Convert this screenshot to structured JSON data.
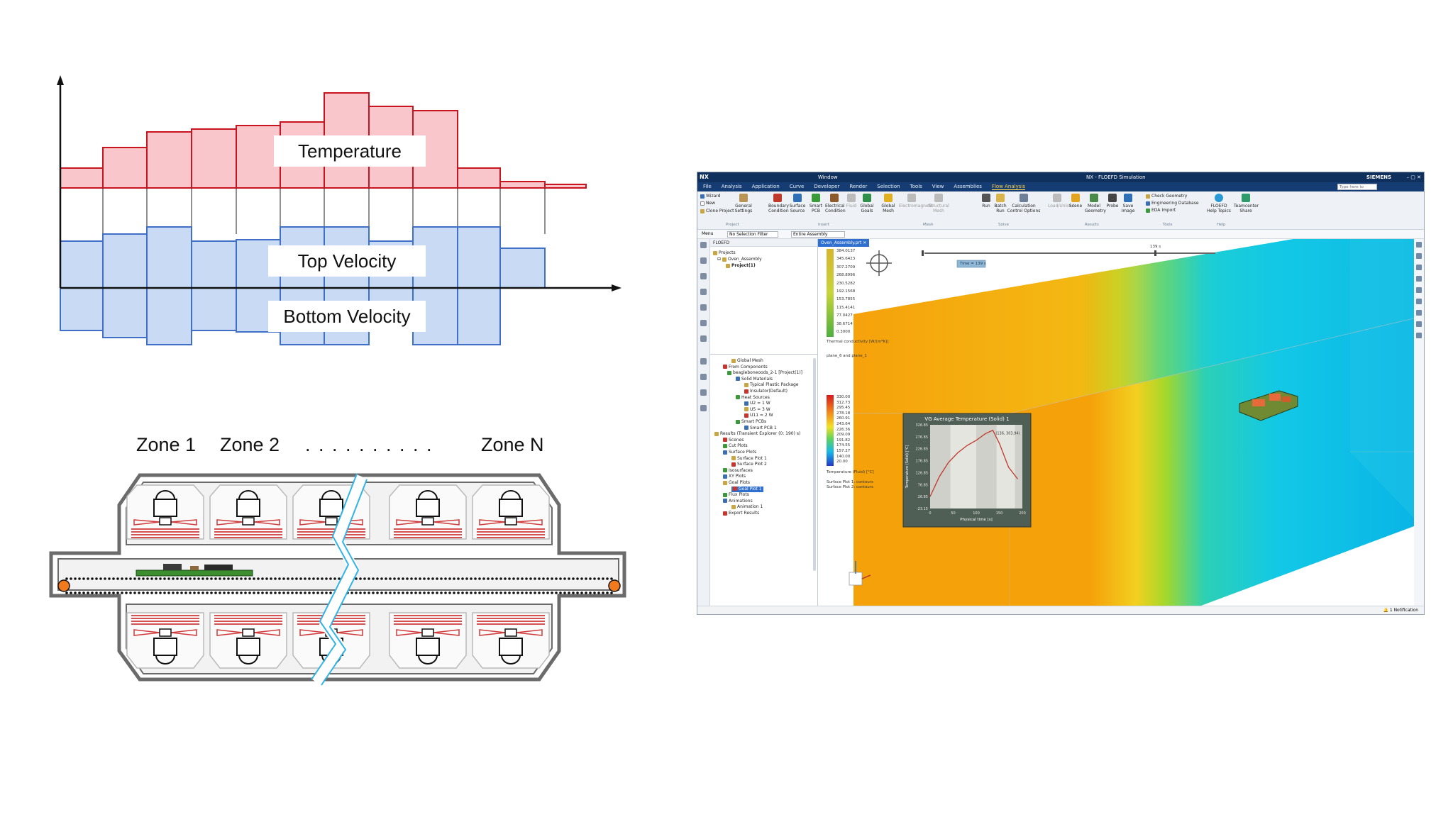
{
  "diagram": {
    "profile_labels": {
      "temperature": "Temperature",
      "top_velocity": "Top Velocity",
      "bottom_velocity": "Bottom Velocity"
    },
    "zones": {
      "zone1": "Zone 1",
      "zone2": "Zone 2",
      "ellipsis": ". . . . . . . . . .",
      "zoneN": "Zone N"
    },
    "colors": {
      "temperature_stroke": "#c8141e",
      "temperature_fill": "#f9c6cc",
      "velocity_stroke": "#3f6fc6",
      "velocity_fill": "#c9daf5",
      "axis": "#111111",
      "heater": "#d03a3a",
      "break_line": "#33b4e6"
    }
  },
  "nx": {
    "title_left": "NX",
    "title_center": "NX - FLOEFD Simulation",
    "title_brand": "SIEMENS",
    "window_menu": "Window",
    "menu": [
      "File",
      "Analysis",
      "Application",
      "Curve",
      "Developer",
      "Render",
      "Selection",
      "Tools",
      "View",
      "Assemblies",
      "Flow Analysis"
    ],
    "search_placeholder": "Type here to Search",
    "ribbon": {
      "wizard": "Wizard",
      "new": "New",
      "clone_project": "Clone Project",
      "general_settings": "General Settings",
      "boundary_condition": "Boundary Condition",
      "surface_source": "Surface Source",
      "smart_pcb": "Smart PCB",
      "electrical_condition": "Electrical Condition",
      "fluid": "Fluid",
      "global_goals": "Global Goals",
      "global_mesh": "Global Mesh",
      "electromagnetic": "Electromagnetic",
      "structural": "Structural Mesh",
      "run": "Run",
      "batch_run": "Batch Run",
      "calculation": "Calculation Control Options",
      "load_unload": "Load/Unload",
      "scene": "Scene",
      "model_geometry": "Model Geometry",
      "probe": "Probe",
      "save_image": "Save Image",
      "check_geometry": "Check Geometry",
      "engineering_database": "Engineering Database",
      "eda_import": "EDA Import",
      "floefd_help": "FLOEFD Help Topics",
      "teamcenter": "Teamcenter Share",
      "groups": [
        "Project",
        "Insert",
        "Mesh",
        "Solve",
        "Results",
        "Tools",
        "Help"
      ]
    },
    "selection": {
      "menu": "Menu",
      "filter": "No Selection Filter",
      "scope": "Entire Assembly"
    },
    "nav_title": "FLOEFD",
    "tree_top": [
      "Projects",
      "Oven_Assembly",
      "Project(1)"
    ],
    "tree_bottom": [
      "Global Mesh",
      "From Components",
      "beagleboneoods_2-1 [Project(1)]",
      "Solid Materials",
      "Typical Plastic Package",
      "Insulator(Default)",
      "Heat Sources",
      "U2 = 1 W",
      "U5 = 3 W",
      "U11 = 2 W",
      "Smart PCBs",
      "Smart PCB 1",
      "Results (Transient Explorer (0: 190) s)",
      "Scenes",
      "Cut Plots",
      "Surface Plots",
      "Surface Plot 1",
      "Surface Plot 2",
      "Isosurfaces",
      "XY Plots",
      "Goal Plots",
      "Goal Plot 1",
      "Flux Plots",
      "Animations",
      "Animation 1",
      "Export Results"
    ],
    "tab": "Oven_Assembly.prt",
    "legend1": {
      "values": [
        "384.0137",
        "345.6423",
        "307.2709",
        "268.8996",
        "230.5282",
        "192.1568",
        "153.7855",
        "115.4141",
        "77.0427",
        "38.6714",
        "0.3000"
      ],
      "title": "Thermal conductivity [W/(m*K)]",
      "subtitle": "plane_6 and plane_1"
    },
    "legend2": {
      "values": [
        "330.00",
        "312.73",
        "295.45",
        "278.18",
        "260.91",
        "243.64",
        "226.36",
        "209.09",
        "191.82",
        "174.55",
        "157.27",
        "140.00",
        "20.00"
      ],
      "title": "Temperature (Fluid) [°C]",
      "notes": [
        "Surface Plot 1: contours",
        "Surface Plot 2: contours"
      ]
    },
    "time_scale": {
      "max_label": "139 s",
      "current": "Time = 139 s"
    },
    "inset_chart_title": "VG Average Temperature (Solid) 1",
    "notification": "1 Notification"
  },
  "chart_data": {
    "type": "line",
    "title": "VG Average Temperature (Solid) 1",
    "xlabel": "Physical time [s]",
    "ylabel": "Temperature (Solid) [°C]",
    "x_ticks": [
      "0",
      "50",
      "100",
      "150",
      "200"
    ],
    "y_ticks": [
      "326.85",
      "276.85",
      "226.85",
      "176.85",
      "126.85",
      "76.85",
      "26.85",
      "-23.15"
    ],
    "annotation": "(136, 303.94)",
    "series": [
      {
        "x": [
          0,
          20,
          40,
          60,
          80,
          100,
          120,
          136,
          150,
          170,
          190
        ],
        "y": [
          26.85,
          110,
          170,
          210,
          240,
          262,
          290,
          303.94,
          250,
          150,
          100
        ]
      }
    ],
    "xlim": [
      0,
      200
    ],
    "ylim": [
      -23.15,
      326.85
    ]
  }
}
